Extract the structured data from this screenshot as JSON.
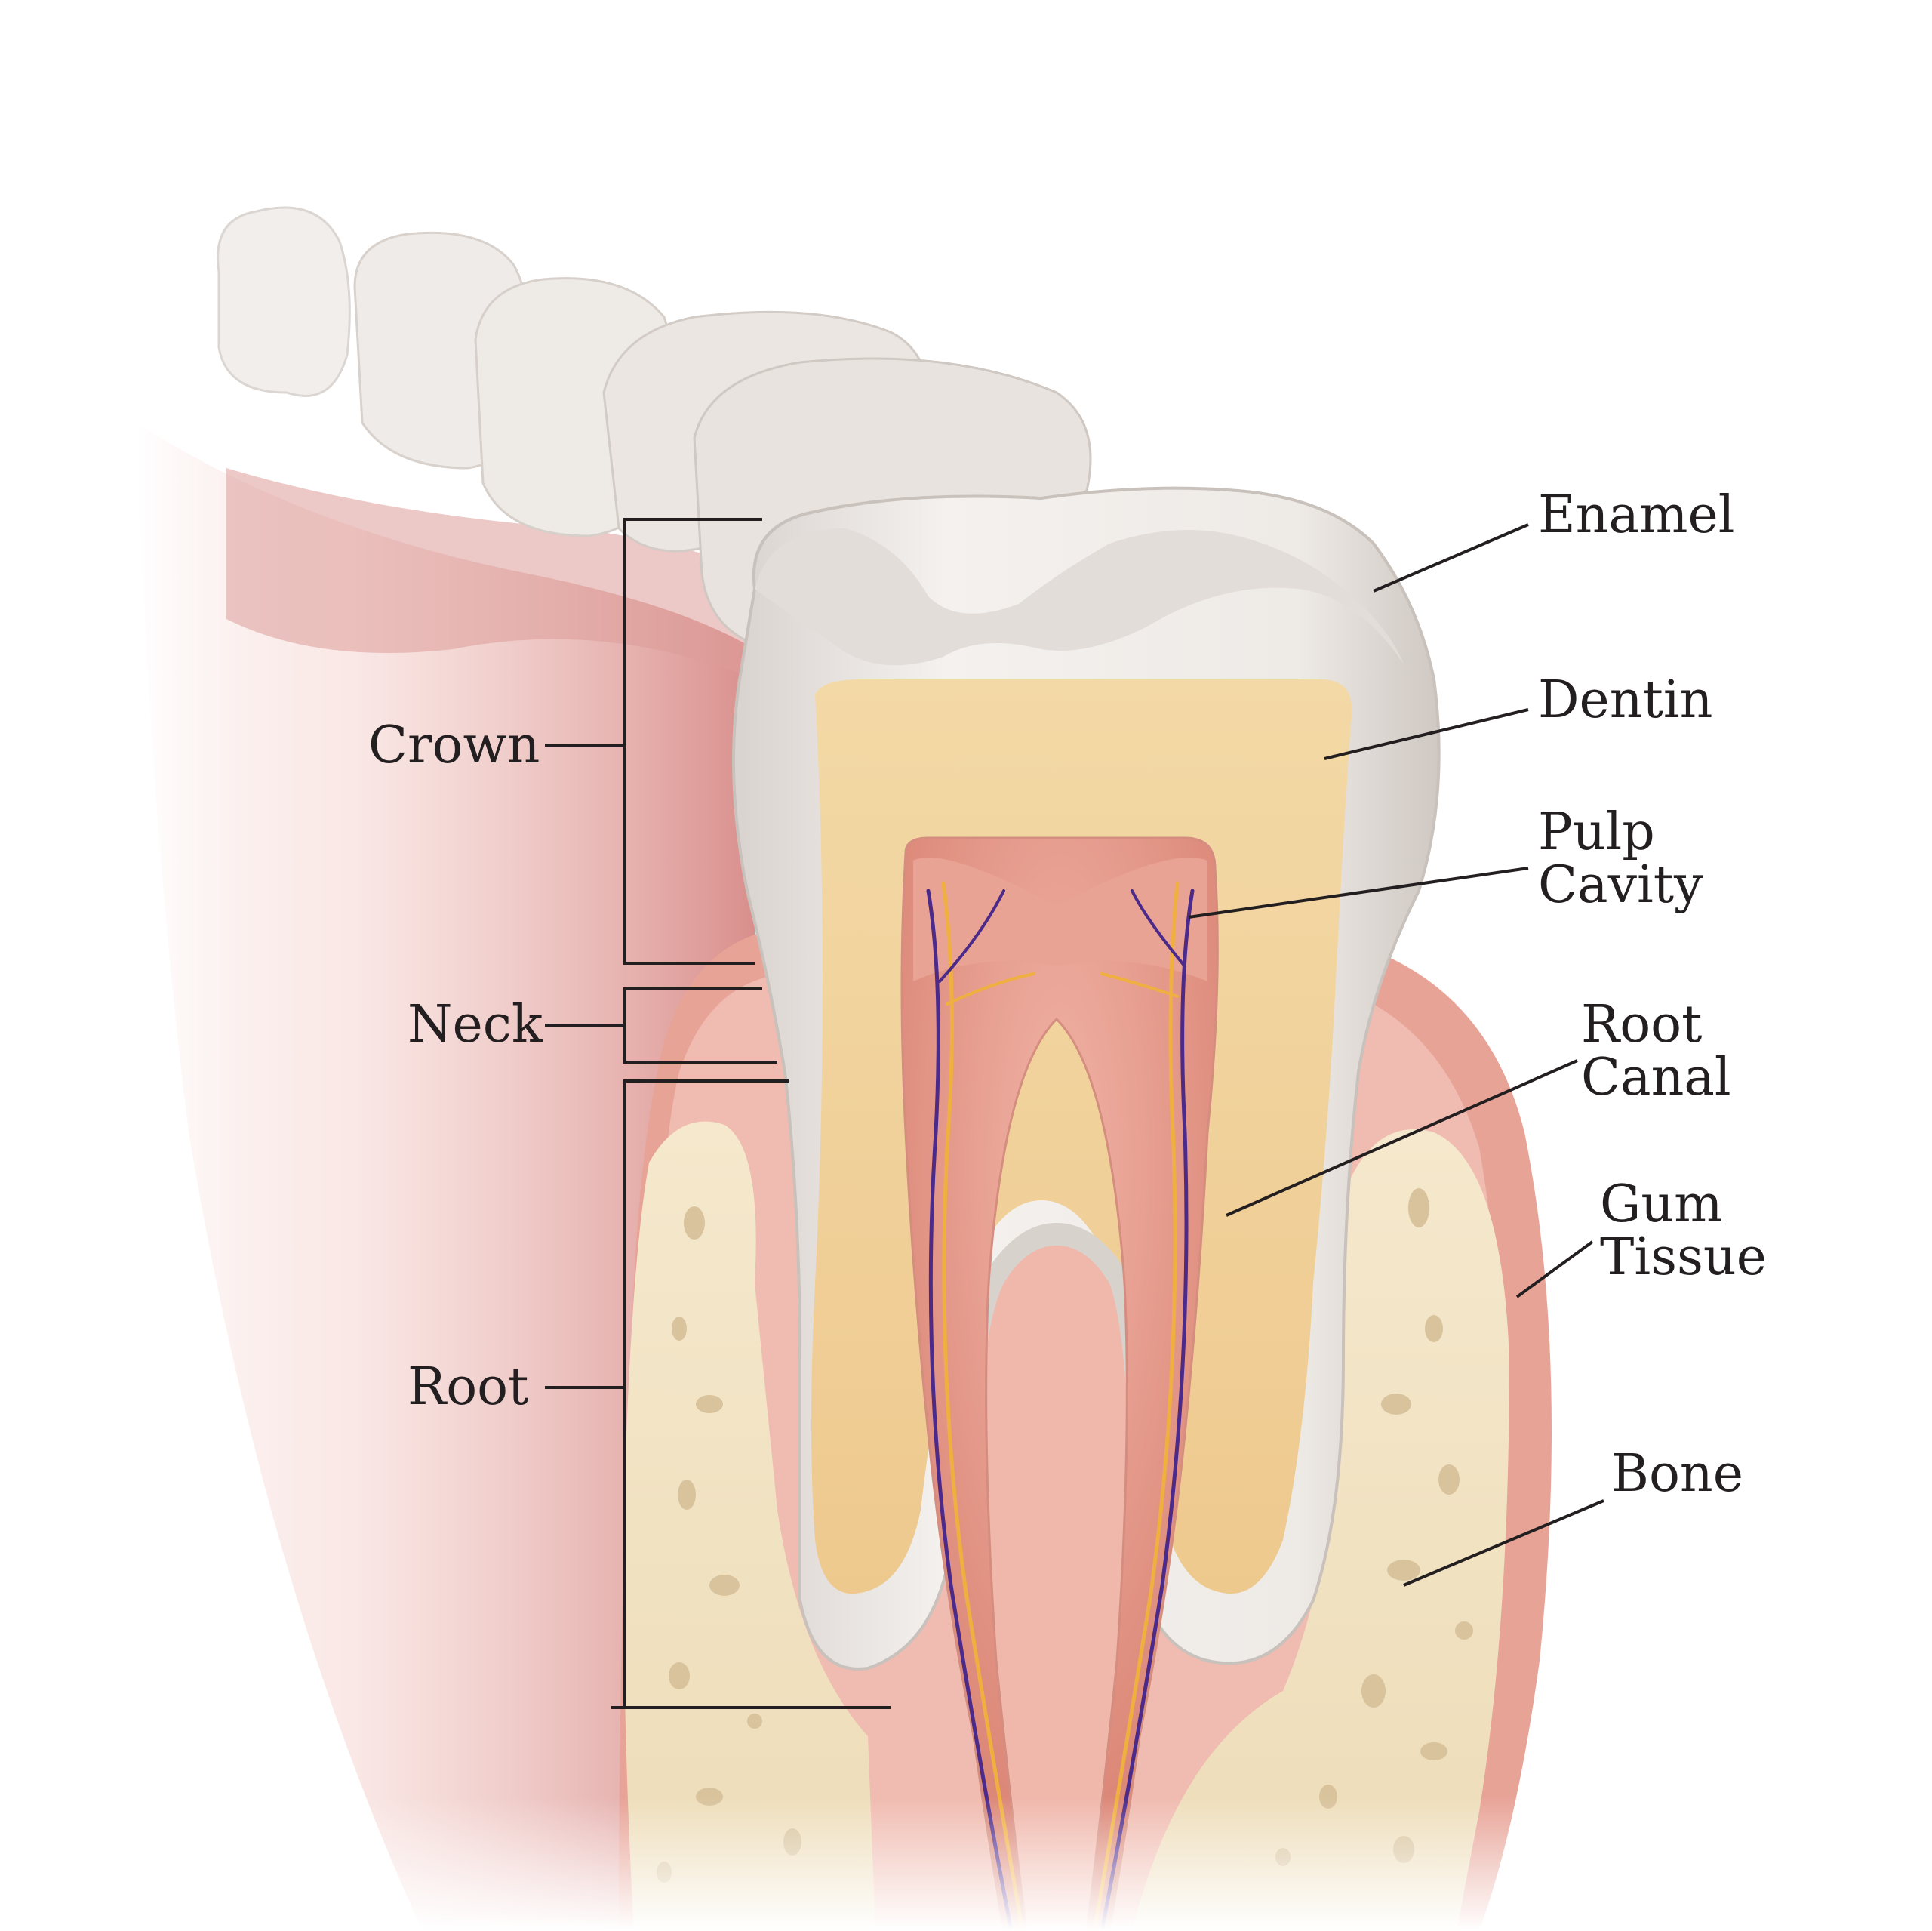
{
  "diagram": {
    "left_labels": {
      "crown": "Crown",
      "neck": "Neck",
      "root": "Root"
    },
    "right_labels": {
      "enamel": "Enamel",
      "dentin": "Dentin",
      "pulp_line1": "Pulp",
      "pulp_line2": "Cavity",
      "root_canal_line1": "Root",
      "root_canal_line2": "Canal",
      "gum_line1": "Gum",
      "gum_line2": "Tissue",
      "bone": "Bone"
    },
    "colors": {
      "enamel": "#ece8e4",
      "dentin": "#f1d29a",
      "pulp": "#e79e8f",
      "gum": "#e49b90",
      "bone": "#f2e3c3",
      "nerve_purple": "#4b2a8a",
      "nerve_yellow": "#f0b040"
    }
  }
}
